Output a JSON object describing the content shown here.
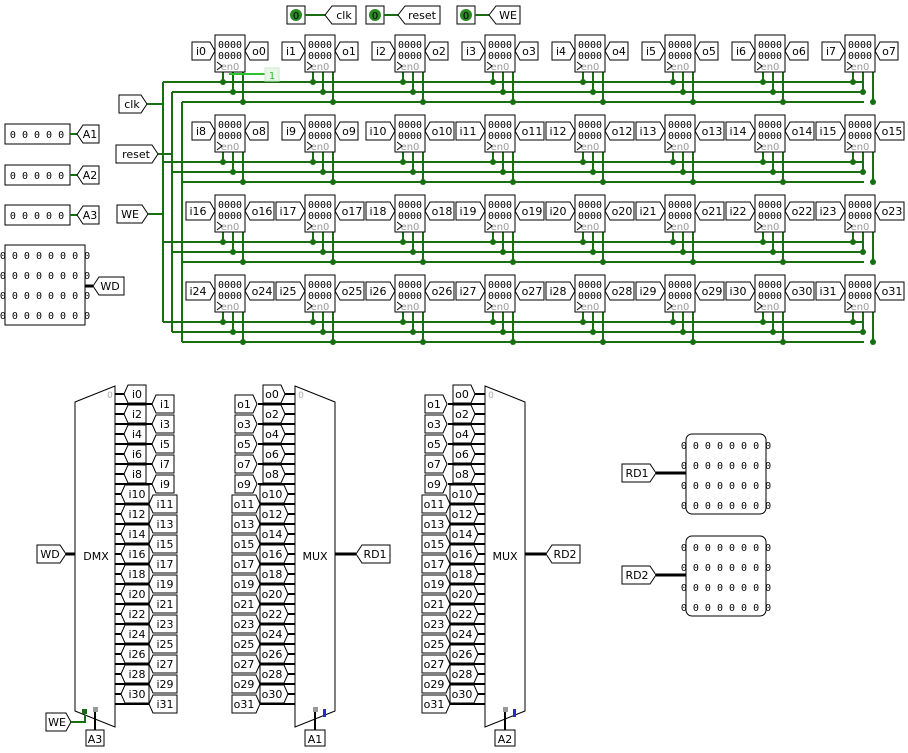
{
  "top_inputs": [
    {
      "value": "0",
      "label": "clk"
    },
    {
      "value": "0",
      "label": "reset"
    },
    {
      "value": "0",
      "label": "WE"
    }
  ],
  "left_tunnels": [
    "clk",
    "reset",
    "WE"
  ],
  "address_inputs": [
    {
      "value": "0 0 0 0 0",
      "label": "A1"
    },
    {
      "value": "0 0 0 0 0",
      "label": "A2"
    },
    {
      "value": "0 0 0 0 0",
      "label": "A3"
    }
  ],
  "wd_input": {
    "rows": [
      "0 0 0 0 0 0 0 0",
      "0 0 0 0 0 0 0 0",
      "0 0 0 0 0 0 0 0",
      "0 0 0 0 0 0 0 0"
    ],
    "label": "WD"
  },
  "register": {
    "line1": "0000",
    "line2": "0000",
    "en_label": "en",
    "en_value": "0"
  },
  "constant_one": "1",
  "dmx": {
    "label": "DMX",
    "sel_value": "0",
    "in_label": "WD",
    "enable_label": "WE",
    "select_label": "A3"
  },
  "mux1": {
    "label": "MUX",
    "sel_value": "0",
    "out_label": "RD1",
    "select_label": "A1"
  },
  "mux2": {
    "label": "MUX",
    "sel_value": "0",
    "out_label": "RD2",
    "select_label": "A2"
  },
  "rd_outputs": [
    {
      "label": "RD1",
      "rows": [
        "0 0 0 0 0 0 0 0",
        "0 0 0 0 0 0 0 0",
        "0 0 0 0 0 0 0 0",
        "0 0 0 0 0 0 0 0"
      ]
    },
    {
      "label": "RD2",
      "rows": [
        "0 0 0 0 0 0 0 0",
        "0 0 0 0 0 0 0 0",
        "0 0 0 0 0 0 0 0",
        "0 0 0 0 0 0 0 0"
      ]
    }
  ],
  "colors": {
    "wire": "#1a6e12",
    "wire_bright": "#2ec22e",
    "pin_blue": "#2a2acc",
    "pin_gray": "#999999"
  }
}
